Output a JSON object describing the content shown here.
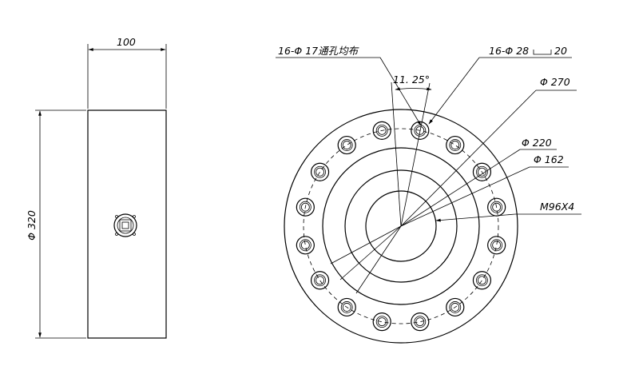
{
  "side_view": {
    "width_dim": "100",
    "height_dim": "Φ 320"
  },
  "front_view": {
    "holes_label": "16-Φ 17通孔均布",
    "counterbore_label": "16-Φ 28",
    "counterbore_depth": "20",
    "angle_label": "11. 25°",
    "dia_270": "Φ 270",
    "dia_220": "Φ 220",
    "dia_162": "Φ 162",
    "thread_label": "M96X4"
  }
}
